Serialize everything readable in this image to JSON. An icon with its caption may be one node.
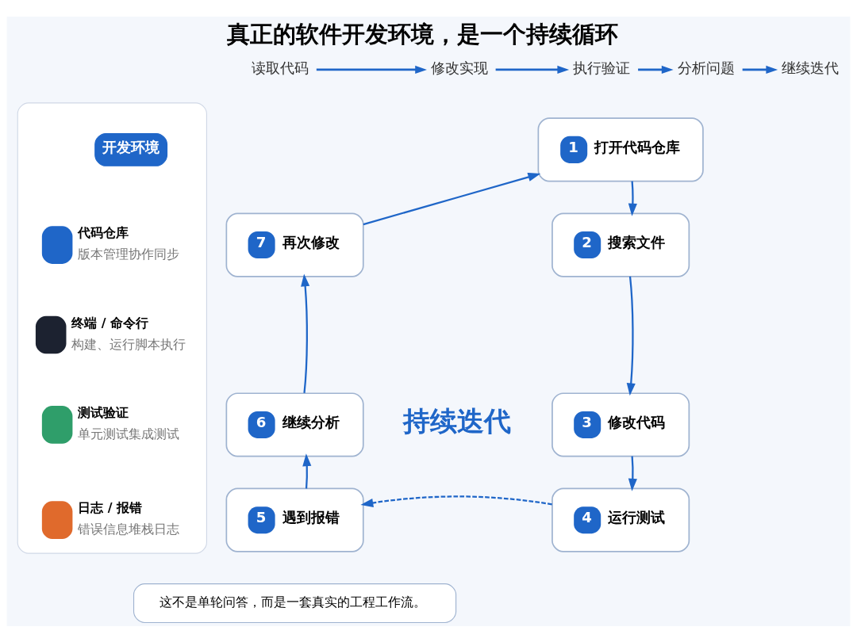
{
  "diagram": {
    "title": "真正的软件开发环境，是一个持续循环",
    "nodes": [
      {
        "text": [
          "开发环境"
        ]
      },
      {
        "text": [
          "代码仓库",
          "版本管理协作同步"
        ],
        "in": 0
      },
      {
        "text": [
          "终端 / 命令行",
          "构建、运行脚本执行"
        ],
        "in": 0
      },
      {
        "text": [
          "测试验证",
          "单元测试集成测试"
        ],
        "in": 0
      },
      {
        "text": [
          "日志 / 报错",
          "错误信息堆栈日志"
        ],
        "in": 0
      },
      {
        "text": [
          "1",
          "打开代码仓库"
        ]
      },
      {
        "text": [
          "2",
          "搜索文件"
        ]
      },
      {
        "text": [
          "3",
          "修改代码"
        ]
      },
      {
        "text": [
          "4",
          "运行测试"
        ]
      },
      {
        "text": [
          "5",
          "遇到报错"
        ]
      },
      {
        "text": [
          "6",
          "继续分析"
        ]
      },
      {
        "text": [
          "7",
          "再次修改"
        ]
      },
      {
        "text": [
          "读取代码"
        ]
      },
      {
        "text": [
          "修改实现"
        ]
      },
      {
        "text": [
          "执行验证"
        ]
      },
      {
        "text": [
          "分析问题"
        ]
      },
      {
        "text": [
          "继续迭代"
        ]
      },
      {
        "text": [
          "这不是单轮问答，而是一套真实的工程工作流。"
        ]
      }
    ],
    "edges": [
      {
        "from": 12,
        "to": 13,
        "arrow": "to"
      },
      {
        "from": 13,
        "to": 14,
        "arrow": "to"
      },
      {
        "from": 14,
        "to": 15,
        "arrow": "to"
      },
      {
        "from": 15,
        "to": 16,
        "arrow": "to"
      },
      {
        "from": 5,
        "to": 6,
        "arrow": "to"
      },
      {
        "from": 6,
        "to": 7,
        "arrow": "to"
      },
      {
        "from": 7,
        "to": 8,
        "arrow": "to"
      },
      {
        "from": 8,
        "to": 9,
        "arrow": "to",
        "style": "dashed"
      },
      {
        "from": 9,
        "to": 10,
        "arrow": "to"
      },
      {
        "from": 10,
        "to": 11,
        "arrow": "to"
      },
      {
        "from": 11,
        "to": 5,
        "arrow": "to"
      }
    ],
    "labels": [
      "持续迭代"
    ]
  }
}
